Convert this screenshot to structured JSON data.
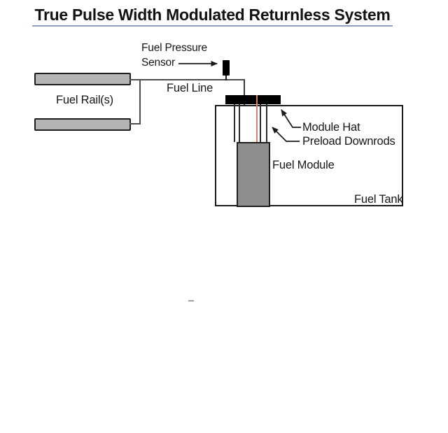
{
  "title": "True Pulse Width Modulated Returnless System",
  "labels": {
    "fuel_pressure_line1": "Fuel Pressure",
    "fuel_pressure_line2": "Sensor",
    "fuel_rails": "Fuel Rail(s)",
    "fuel_line": "Fuel Line",
    "module_hat": "Module Hat",
    "preload_downrods": "Preload Downrods",
    "fuel_module": "Fuel Module",
    "fuel_tank": "Fuel Tank"
  },
  "icons": {
    "sensor_arrow": "right-arrow",
    "module_hat_leader": "up-left-arrow",
    "preload_downrods_leader": "up-left-arrow"
  },
  "colors": {
    "rail_fill": "#b4b4b4",
    "module_fill": "#8e8e8e",
    "hat_color": "#000000",
    "line_color": "#4d4d4d",
    "rod_color": "#2b2b2b",
    "red_line": "#d5826a",
    "border_color": "#1a1a1a",
    "underline_color": "#8fa0c2",
    "text_color": "#161616"
  }
}
